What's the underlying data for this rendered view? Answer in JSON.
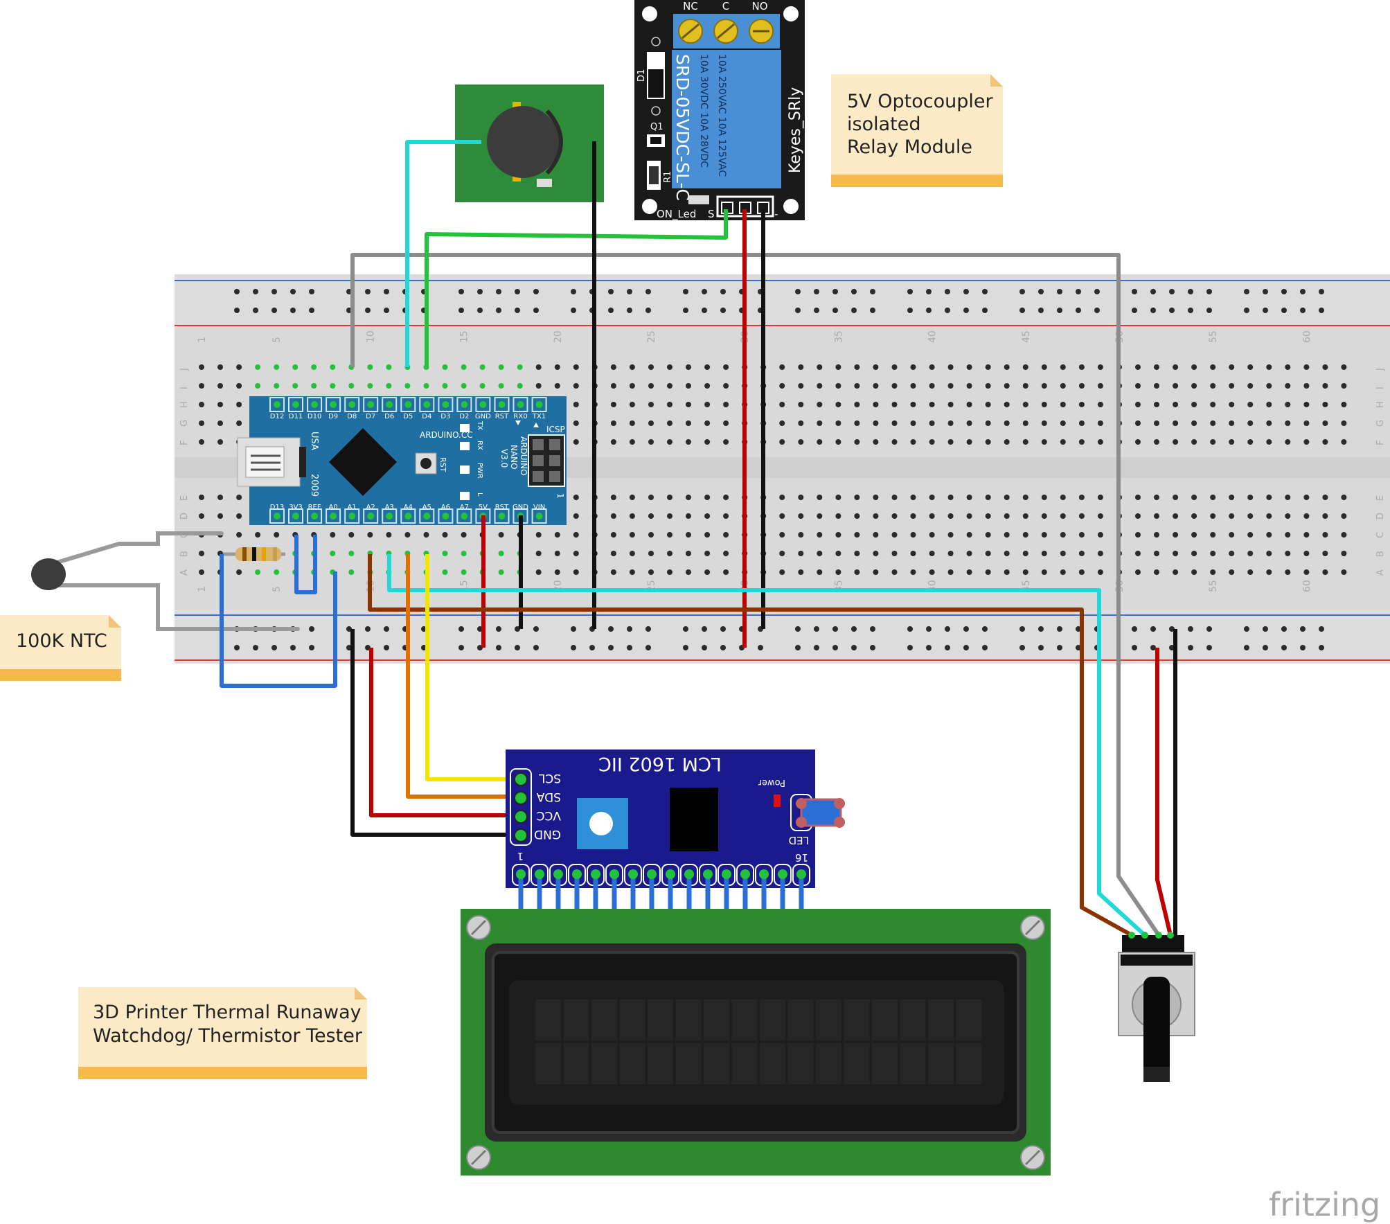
{
  "notes": {
    "relay": {
      "lines": [
        "5V Optocoupler",
        "isolated",
        "Relay Module"
      ]
    },
    "ntc": {
      "lines": [
        "100K NTC"
      ]
    },
    "title": {
      "lines": [
        "3D Printer Thermal Runaway",
        "Watchdog/ Thermistor Tester"
      ]
    }
  },
  "relay": {
    "terminals": [
      "NC",
      "C",
      "NO"
    ],
    "body_lines": [
      "SRD-05VDC-SL-C",
      "10A 250VAC  10A 125VAC",
      "10A 30VDC  10A 28VDC"
    ],
    "brand": "Keyes_SRly",
    "labels": {
      "d1": "D1",
      "q1": "Q1",
      "r1": "R1",
      "led": "ON_Led",
      "s": "S",
      "minus": "-"
    }
  },
  "nano": {
    "top_pins": [
      "D12",
      "D11",
      "D10",
      "D9",
      "D8",
      "D7",
      "D6",
      "D5",
      "D4",
      "D3",
      "D2",
      "GND",
      "RST",
      "RX0",
      "TX1"
    ],
    "bottom_pins": [
      "D13",
      "3V3",
      "REF",
      "A0",
      "A1",
      "A2",
      "A3",
      "A4",
      "A5",
      "A6",
      "A7",
      "5V",
      "RST",
      "GND",
      "VIN"
    ],
    "site": "ARDUINO.CC",
    "model_lines": [
      "ARDUINO",
      "NANO",
      "V3.0"
    ],
    "icsp": "ICSP",
    "usa": "USA",
    "year": "2009",
    "rst": "RST",
    "leds": [
      "TX",
      "RX",
      "PWR",
      "L"
    ],
    "icsp_pin": "1"
  },
  "breadboard": {
    "column_numbers": [
      "1",
      "5",
      "10",
      "15",
      "20",
      "25",
      "30",
      "35",
      "40",
      "45",
      "50",
      "55",
      "60"
    ],
    "row_letters_top": [
      "J",
      "I",
      "H",
      "G",
      "F"
    ],
    "row_letters_bottom": [
      "E",
      "D",
      "C",
      "B",
      "A"
    ]
  },
  "i2c": {
    "title": "LCM 1602 IIC",
    "pins": [
      "SCL",
      "SDA",
      "VCC",
      "GND"
    ],
    "power": "Power",
    "led": "LED",
    "pin1": "1",
    "pin16": "16"
  },
  "watermark": "fritzing",
  "colors": {
    "board_blue": "#1f6fa3",
    "relay_blue": "#4a8fd6",
    "i2c_blue": "#1a1a8c",
    "lcd_green": "#2f8a2f",
    "note_bg": "#fdebc7",
    "note_edge": "#f7b94c",
    "wire_red": "#c00000",
    "wire_black": "#111111",
    "wire_cyan": "#20d8d8",
    "wire_green": "#23c23a",
    "wire_gray": "#8c8c8c",
    "wire_brown": "#8a3200",
    "wire_orange": "#e07000",
    "wire_yellow": "#f2e600",
    "wire_blue": "#2b6fd6"
  }
}
